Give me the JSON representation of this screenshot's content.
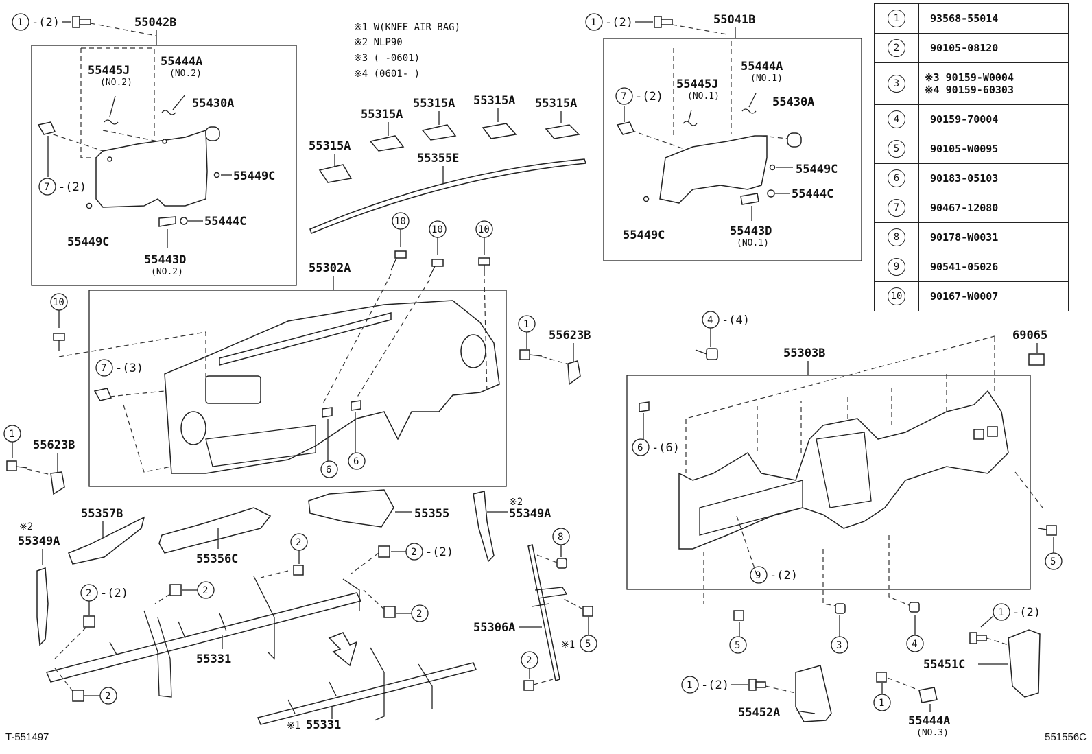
{
  "notes": [
    "※1 W(KNEE AIR BAG)",
    "※2 NLP90",
    "※3 (     -0601)",
    "※4 (0601-     )"
  ],
  "ref_table": [
    {
      "key": "1",
      "value": "93568-55014"
    },
    {
      "key": "2",
      "value": "90105-08120"
    },
    {
      "key": "3",
      "value_a": "※3 90159-W0004",
      "value_b": "※4 90159-60303"
    },
    {
      "key": "4",
      "value": "90159-70004"
    },
    {
      "key": "5",
      "value": "90105-W0095"
    },
    {
      "key": "6",
      "value": "90183-05103"
    },
    {
      "key": "7",
      "value": "90467-12080"
    },
    {
      "key": "8",
      "value": "90178-W0031"
    },
    {
      "key": "9",
      "value": "90541-05026"
    },
    {
      "key": "10",
      "value": "90167-W0007"
    }
  ],
  "labels": {
    "p55042B": "55042B",
    "p55445J_l": "55445J",
    "p55445J_l_sub": "(NO.2)",
    "p55444A_l": "55444A",
    "p55444A_l_sub": "(NO.2)",
    "p55430A_l": "55430A",
    "p55449C_l1": "55449C",
    "p55449C_l2": "55449C",
    "p55444C_l": "55444C",
    "p55443D_l": "55443D",
    "p55443D_l_sub": "(NO.2)",
    "p55315A_1": "55315A",
    "p55315A_2": "55315A",
    "p55315A_3": "55315A",
    "p55315A_4": "55315A",
    "p55315A_5": "55315A",
    "p55355E": "55355E",
    "p55041B": "55041B",
    "p55444A_r": "55444A",
    "p55444A_r_sub": "(NO.1)",
    "p55445J_r": "55445J",
    "p55445J_r_sub": "(NO.1)",
    "p55430A_r": "55430A",
    "p55449C_r1": "55449C",
    "p55449C_r2": "55449C",
    "p55444C_r": "55444C",
    "p55443D_r": "55443D",
    "p55443D_r_sub": "(NO.1)",
    "p55302A": "55302A",
    "p55623B_r": "55623B",
    "p55623B_l": "55623B",
    "p55303B": "55303B",
    "p69065": "69065",
    "p55357B": "55357B",
    "p55356C": "55356C",
    "p55355": "55355",
    "p55349A_r": "55349A",
    "p55349A_r_note": "※2",
    "p55349A_l": "55349A",
    "p55349A_l_note": "※2",
    "p55331_a": "55331",
    "p55331_b": "55331",
    "p55331_b_note": "※1",
    "p55306A": "55306A",
    "p55451C": "55451C",
    "p55452A": "55452A",
    "p55444A_b": "55444A",
    "p55444A_b_sub": "(NO.3)",
    "note1_5": "※1"
  },
  "callouts": {
    "c1_2_tl": {
      "num": "1",
      "qty": "-(2)"
    },
    "c1_2_tr": {
      "num": "1",
      "qty": "-(2)"
    },
    "c7_2_l": {
      "num": "7",
      "qty": "-(2)"
    },
    "c7_2_r": {
      "num": "7",
      "qty": "-(2)"
    },
    "c7_3": {
      "num": "7",
      "qty": "-(3)"
    },
    "c4_4": {
      "num": "4",
      "qty": "-(4)"
    },
    "c6_6": {
      "num": "6",
      "qty": "-(6)"
    },
    "c9_2": {
      "num": "9",
      "qty": "-(2)"
    },
    "c2_2_a": {
      "num": "2",
      "qty": "-(2)"
    },
    "c2_2_b": {
      "num": "2",
      "qty": "-(2)"
    },
    "c1_2_bl": {
      "num": "1",
      "qty": "-(2)"
    },
    "c1_2_br": {
      "num": "1",
      "qty": "-(2)"
    }
  },
  "footer": {
    "left": "T-551497",
    "right": "551556C"
  }
}
